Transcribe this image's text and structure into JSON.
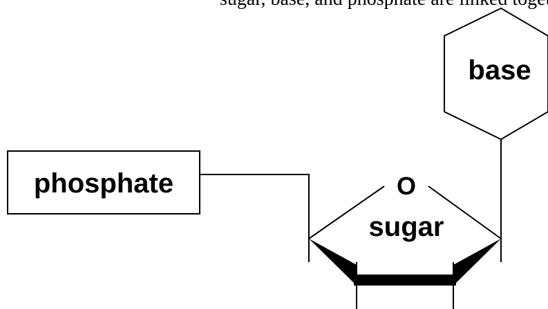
{
  "caption": "sugar, base, and phosphate are linked together to form a nucleotide",
  "labels": {
    "phosphate": "phosphate",
    "oxygen": "O",
    "sugar": "sugar",
    "base": "base"
  },
  "colors": {
    "ink": "#000000",
    "background": "#ffffff"
  }
}
